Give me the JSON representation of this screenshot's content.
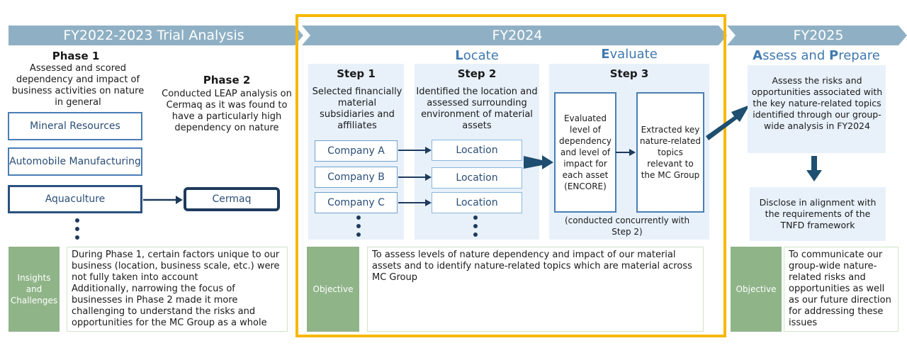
{
  "banners": {
    "trial": "FY2022-2023 Trial Analysis",
    "fy2024": "FY2024",
    "fy2025": "FY2025"
  },
  "phase1": {
    "title": "Phase 1",
    "desc": "Assessed and scored dependency and impact of business activities on nature in general",
    "items": [
      "Mineral Resources",
      "Automobile Manufacturing",
      "Aquaculture"
    ]
  },
  "phase2": {
    "title": "Phase 2",
    "desc": "Conducted LEAP analysis on Cermaq as it was found to have a particularly high dependency on nature",
    "item": "Cermaq"
  },
  "insights": {
    "label": "Insights and Challenges",
    "text1": "During Phase 1, certain factors unique to our business (location, business scale, etc.) were not fully taken into account",
    "text2": "Additionally, narrowing the focus of businesses in Phase 2 made it more challenging to understand the risks and opportunities for the MC Group as a whole"
  },
  "leap": {
    "locate_initial": "L",
    "locate_rest": "ocate",
    "evaluate_initial": "E",
    "evaluate_rest": "valuate",
    "assess_initial": "A",
    "assess_rest": "ssess and ",
    "prepare_initial": "P",
    "prepare_rest": "repare"
  },
  "step1": {
    "title": "Step 1",
    "desc": "Selected financially material subsidiaries and affiliates",
    "companies": [
      "Company A",
      "Company B",
      "Company C"
    ]
  },
  "step2": {
    "title": "Step 2",
    "desc": "Identified the location and assessed surrounding environment of material assets",
    "locations": [
      "Location",
      "Location",
      "Location"
    ]
  },
  "step3": {
    "title": "Step 3",
    "box1": "Evaluated level of dependency and level of impact for each asset (ENCORE)",
    "box2": "Extracted key nature-related topics relevant to the MC Group",
    "note": "(conducted concurrently with Step 2)"
  },
  "fy2024_objective": {
    "label": "Objective",
    "text": "To assess levels of nature dependency and impact of our material assets and to identify nature-related topics which are material across MC Group"
  },
  "fy2025": {
    "assess_text": "Assess the risks and opportunities associated with the key nature-related topics identified through our group-wide analysis in FY2024",
    "disclose_text": "Disclose in alignment with the requirements of the TNFD framework",
    "objective_label": "Objective",
    "objective_text": "To communicate our group-wide nature-related risks and opportunities as well as our future direction for addressing these issues"
  },
  "colors": {
    "banner": "#8fb0c4",
    "highlight_frame": "#f5b800",
    "dark_navy": "#1e3a5c",
    "green_label": "#8fb488"
  }
}
